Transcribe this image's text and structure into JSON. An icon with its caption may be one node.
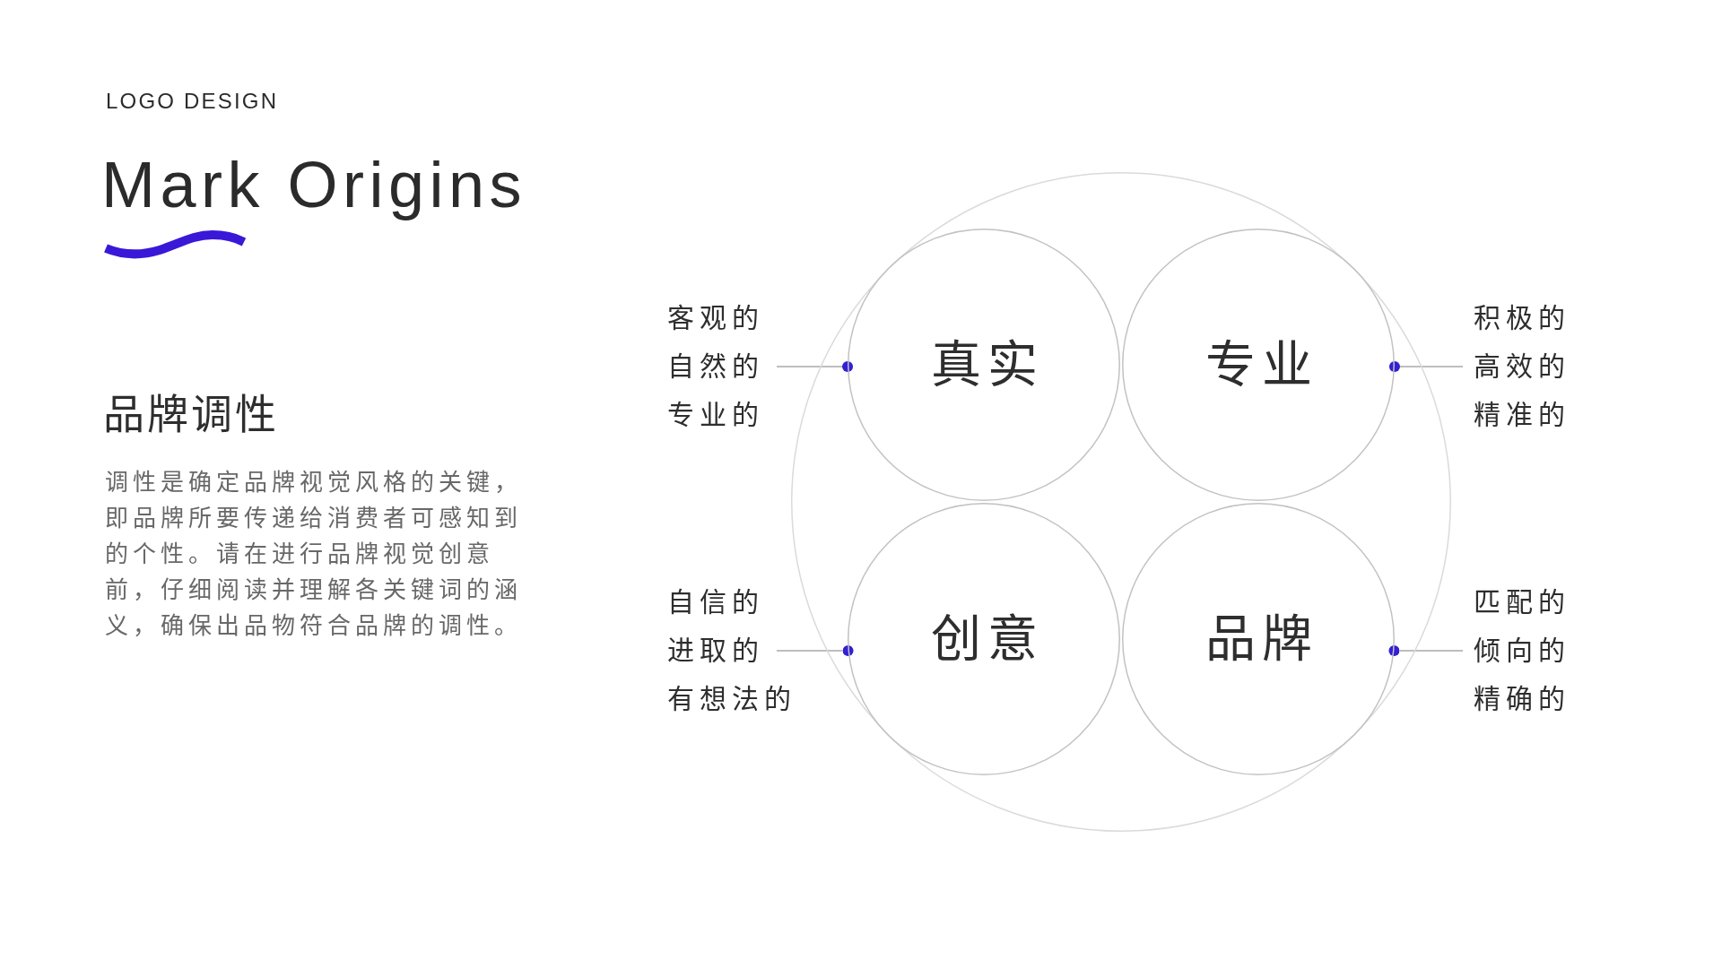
{
  "diagram": {
    "title": "Mark Origins",
    "nodes": [
      {
        "text": [],
        "shape": "circle"
      },
      {
        "text": [
          "真实"
        ],
        "in": 0
      },
      {
        "text": [
          "专业"
        ],
        "in": 0
      },
      {
        "text": [
          "创意"
        ],
        "in": 0
      },
      {
        "text": [
          "品牌"
        ],
        "in": 0
      },
      {
        "text": [
          "客观的",
          "自然的",
          "专业的"
        ]
      },
      {
        "text": [
          "积极的",
          "高效的",
          "精准的"
        ]
      },
      {
        "text": [
          "自信的",
          "进取的",
          "有想法的"
        ]
      },
      {
        "text": [
          "匹配的",
          "倾向的",
          "精确的"
        ]
      }
    ],
    "edges": [
      {
        "from": 5,
        "to": 1,
        "arrow": "other"
      },
      {
        "from": 6,
        "to": 2,
        "arrow": "other"
      },
      {
        "from": 7,
        "to": 3,
        "arrow": "other"
      },
      {
        "from": 8,
        "to": 4,
        "arrow": "other"
      }
    ],
    "labels": [
      "LOGO DESIGN",
      "品牌调性",
      "调性是确定品牌视觉风格的关键，即品牌所要传递给消费者可感知到的个性。请在进行品牌视觉创意前，仔细阅读并理解各关键词的涵义，确保出品物符合品牌的调性。"
    ]
  }
}
